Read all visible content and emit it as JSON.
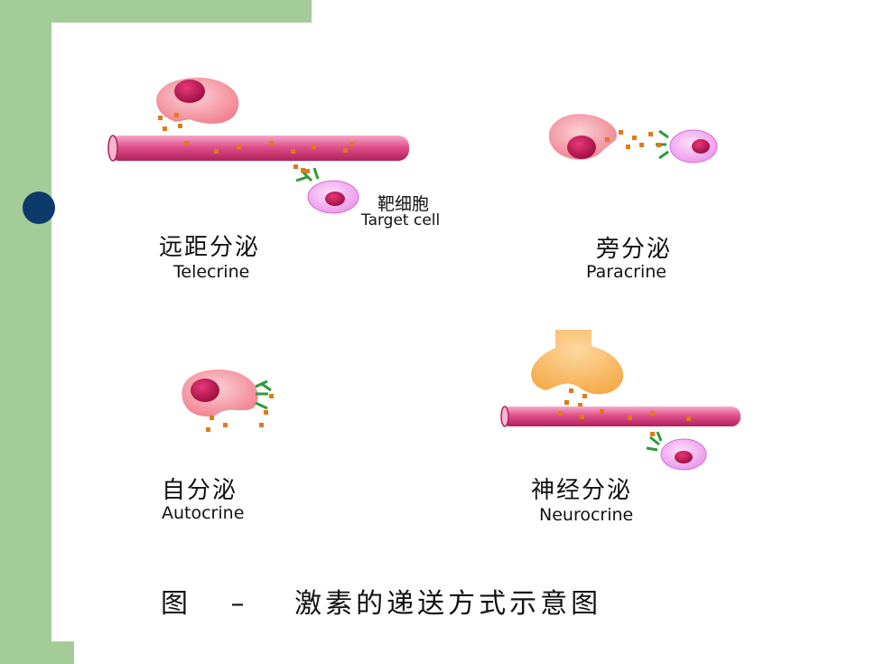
{
  "slide": {
    "accent_green": "#a3cc98",
    "bullet_color": "#0b3a6b"
  },
  "target_label": {
    "cn": "靶细胞",
    "en": "Target cell"
  },
  "panels": [
    {
      "id": "telecrine",
      "cn": "远距分泌",
      "en": "Telecrine"
    },
    {
      "id": "paracrine",
      "cn": "旁分泌",
      "en": "Paracrine"
    },
    {
      "id": "autocrine",
      "cn": "自分泌",
      "en": "Autocrine"
    },
    {
      "id": "neurocrine",
      "cn": "神经分泌",
      "en": "Neurocrine"
    }
  ],
  "caption": {
    "prefix": "图",
    "dash": "–",
    "text": "激素的递送方式示意图"
  },
  "colors": {
    "vessel": "#e0508a",
    "secreting_cell": "#f28a96",
    "nucleus": "#b01048",
    "target_cell": "#f0a8ee",
    "receptor": "#2f9a3a",
    "hormone": "#e07a1a",
    "neuron": "#f7b85a"
  }
}
